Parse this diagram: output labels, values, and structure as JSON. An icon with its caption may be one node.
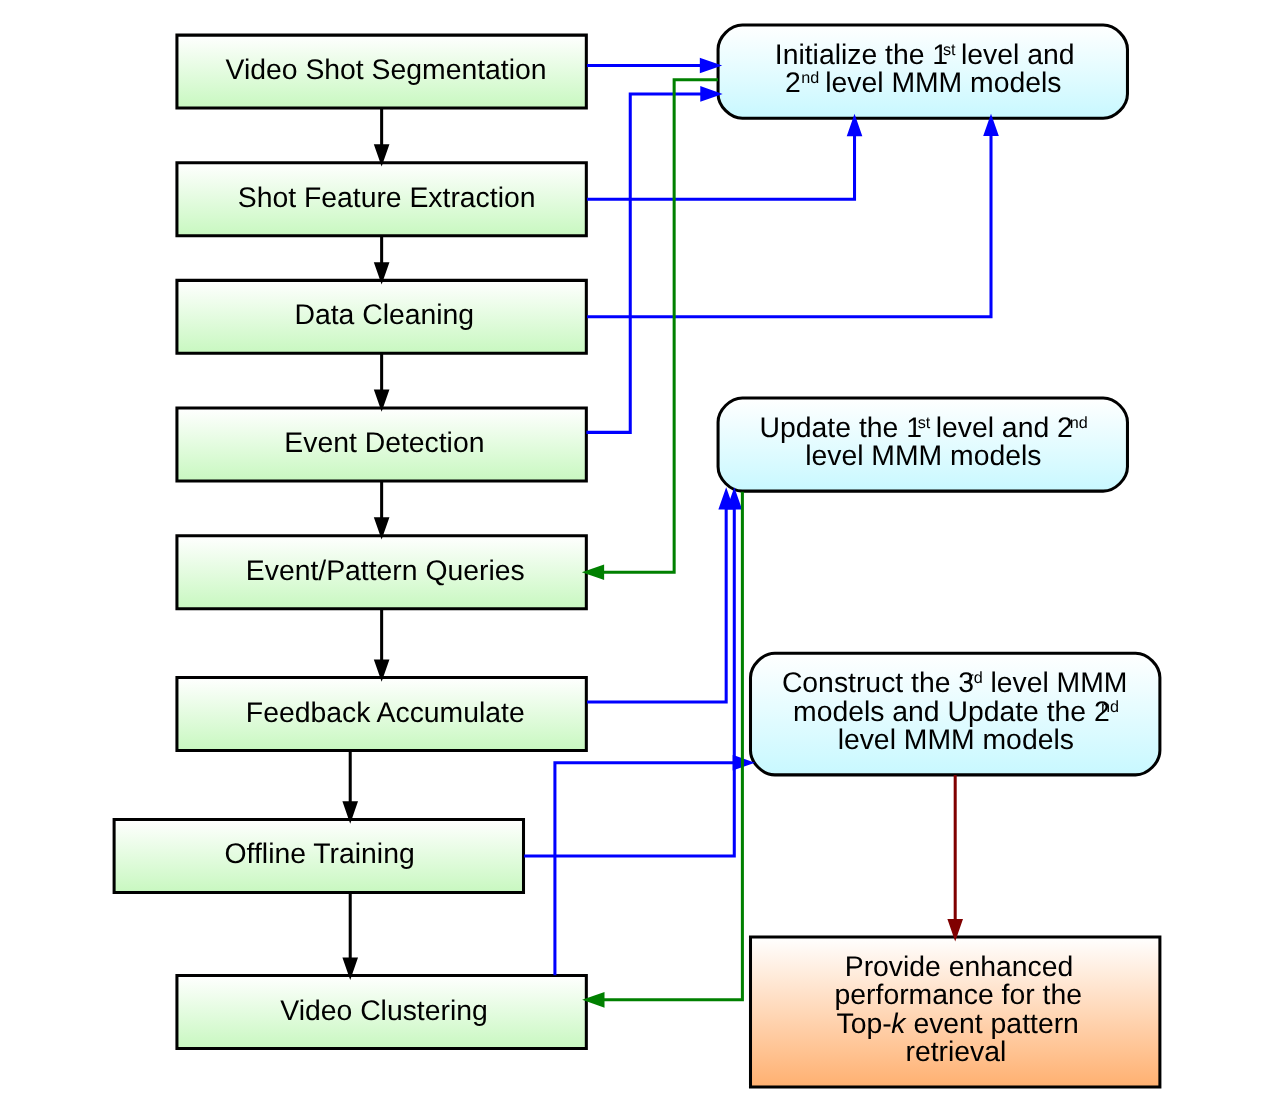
{
  "diagram": {
    "nodes": [
      {
        "text": [
          "Video Shot Segmentation"
        ]
      },
      {
        "text": [
          "Shot Feature Extraction"
        ]
      },
      {
        "text": [
          "Data Cleaning"
        ]
      },
      {
        "text": [
          "Event Detection"
        ]
      },
      {
        "text": [
          "Event/Pattern Queries"
        ]
      },
      {
        "text": [
          "Feedback Accumulate"
        ]
      },
      {
        "text": [
          "Offline Training"
        ]
      },
      {
        "text": [
          "Video Clustering"
        ]
      },
      {
        "text": [
          "Initialize the 1$^{st}$ level and 2$^{nd}$ level MMM models"
        ]
      },
      {
        "text": [
          "Update the 1$^{st}$ level and 2$^{nd}$ level MMM models"
        ]
      },
      {
        "text": [
          "Construct the 3$^{rd}$ level MMM models and Update the 2$^{nd}$ level MMM models"
        ]
      },
      {
        "text": [
          "Provide enhanced performance for the Top-*k* event pattern retrieval"
        ]
      }
    ],
    "edges": [
      {
        "from": 0,
        "to": 1,
        "arrow": "to"
      },
      {
        "from": 1,
        "to": 2,
        "arrow": "to"
      },
      {
        "from": 2,
        "to": 3,
        "arrow": "to"
      },
      {
        "from": 3,
        "to": 4,
        "arrow": "to"
      },
      {
        "from": 4,
        "to": 5,
        "arrow": "to"
      },
      {
        "from": 5,
        "to": 6,
        "arrow": "to"
      },
      {
        "from": 6,
        "to": 7,
        "arrow": "to"
      },
      {
        "from": 0,
        "to": 8,
        "arrow": "to",
        "color": "#0000ff"
      },
      {
        "from": 1,
        "to": 8,
        "arrow": "to",
        "color": "#0000ff"
      },
      {
        "from": 2,
        "to": 8,
        "arrow": "to",
        "color": "#0000ff"
      },
      {
        "from": 3,
        "to": 8,
        "arrow": "to",
        "color": "#0000ff"
      },
      {
        "from": 8,
        "to": 4,
        "arrow": "to",
        "color": "#008000"
      },
      {
        "from": 5,
        "to": 9,
        "arrow": "to",
        "color": "#0000ff"
      },
      {
        "from": 6,
        "to": 9,
        "arrow": "to",
        "color": "#0000ff"
      },
      {
        "from": 9,
        "to": 7,
        "arrow": "to",
        "color": "#008000"
      },
      {
        "from": 7,
        "to": 10,
        "arrow": "to",
        "color": "#0000ff"
      },
      {
        "from": 10,
        "to": 11,
        "arrow": "to",
        "color": "#800000"
      }
    ]
  }
}
